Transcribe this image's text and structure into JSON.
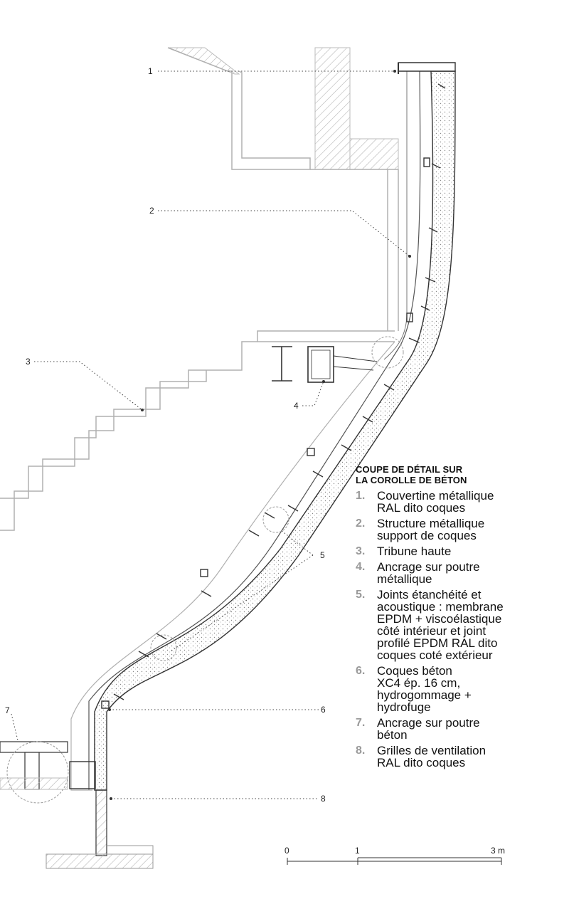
{
  "callouts": [
    "1",
    "2",
    "3",
    "4",
    "5",
    "6",
    "7",
    "8"
  ],
  "legend": {
    "title_line1": "COUPE DE DÉTAIL SUR",
    "title_line2": "LA COROLLE DE BÉTON",
    "items": [
      {
        "num": "1.",
        "text": "Couvertine métallique\nRAL dito coques"
      },
      {
        "num": "2.",
        "text": "Structure métallique\nsupport de coques"
      },
      {
        "num": "3.",
        "text": "Tribune haute"
      },
      {
        "num": "4.",
        "text": "Ancrage sur poutre\nmétallique"
      },
      {
        "num": "5.",
        "text": "Joints étanchéité et\nacoustique : membrane\nEPDM + viscoélastique\ncôté intérieur et joint\nprofilé EPDM RAL dito\ncoques coté extérieur"
      },
      {
        "num": "6.",
        "text": "Coques béton\nXC4 ép. 16 cm,\nhydrogommage +\nhydrofuge"
      },
      {
        "num": "7.",
        "text": "Ancrage sur poutre\nbéton"
      },
      {
        "num": "8.",
        "text": "Grilles de ventilation\nRAL dito coques"
      }
    ]
  },
  "scale": {
    "labels": [
      "0",
      "1",
      "3 m"
    ]
  },
  "colors": {
    "line": "#333333",
    "light_line": "#9a9a9a",
    "hatch": "#bbbbbb",
    "legend_number": "#9a9a9a"
  }
}
